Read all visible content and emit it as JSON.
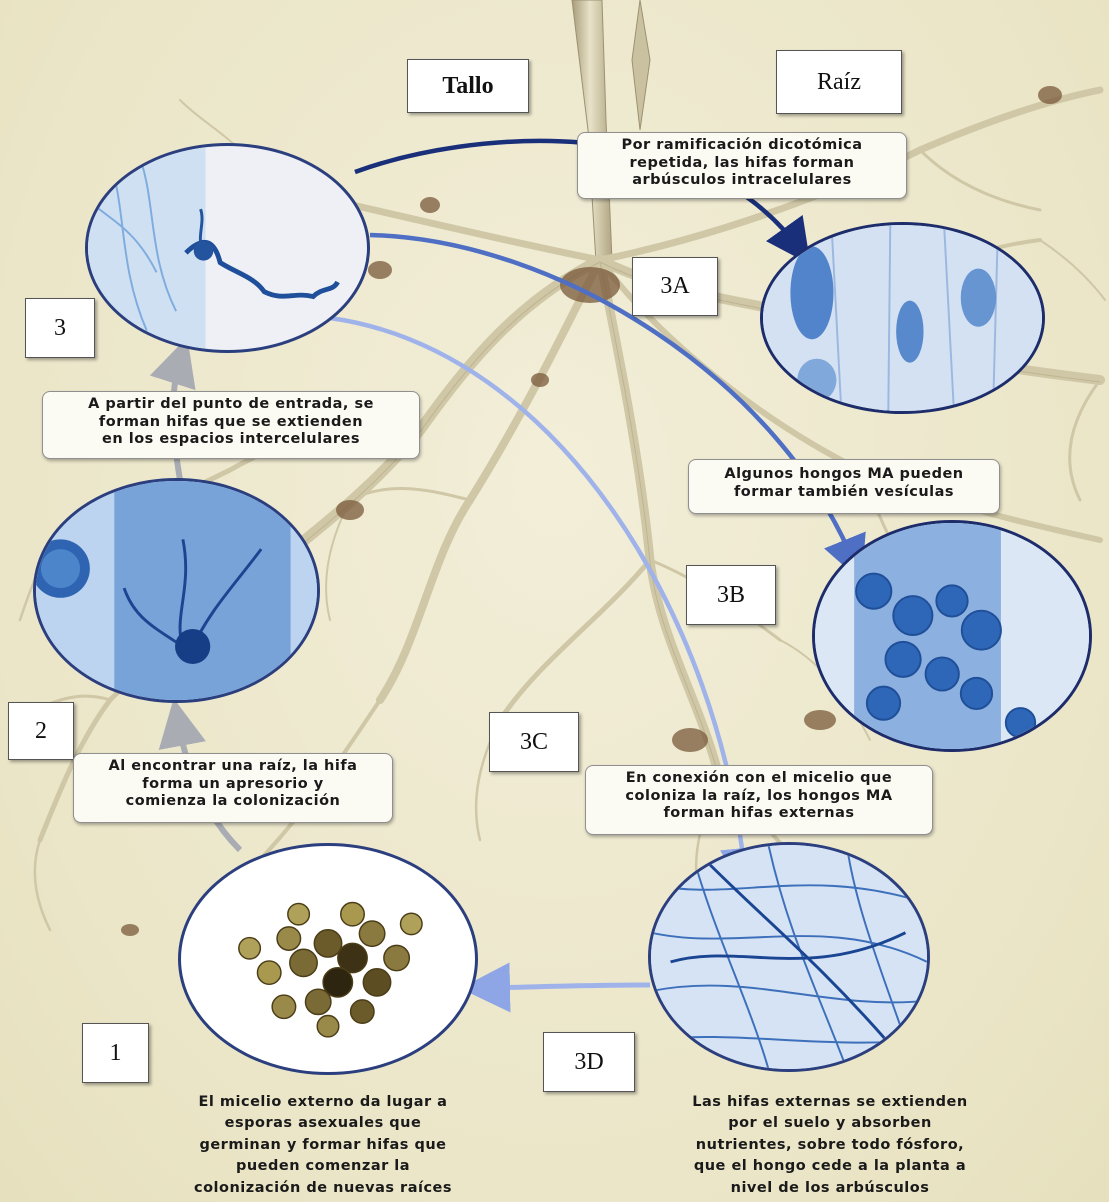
{
  "labels": {
    "tallo": "Tallo",
    "raiz": "Raíz",
    "s3": "3",
    "s3a": "3A",
    "s3b": "3B",
    "s3c": "3C",
    "s3d": "3D",
    "s2": "2",
    "s1": "1"
  },
  "callouts": {
    "arbusculos": [
      "Por ramificación dicotómica",
      "repetida, las hifas forman",
      "arbúsculos intracelulares"
    ],
    "entrada": [
      "A partir del punto de entrada, se",
      "forman hifas que se extienden",
      "en los espacios intercelulares"
    ],
    "vesiculas": [
      "Algunos hongos MA pueden",
      "formar también vesículas"
    ],
    "apresorio": [
      "Al encontrar una raíz, la hifa",
      "forma un apresorio y",
      "comienza la colonización"
    ],
    "externas": [
      "En conexión con el micelio que",
      "coloniza la raíz, los hongos MA",
      "forman hifas externas"
    ]
  },
  "bottom": {
    "left": [
      "El micelio externo da lugar a",
      "esporas asexuales que",
      "germinan y formar hifas que",
      "pueden comenzar la",
      "colonización de nuevas raíces"
    ],
    "right": [
      "Las hifas externas se extienden",
      "por el suelo y absorben",
      "nutrientes, sobre todo fósforo,",
      "que el hongo cede a la planta a",
      "nivel de los arbúsculos"
    ]
  },
  "colors": {
    "background": "#ece7ca",
    "root": "#d9d2b4",
    "root_shadow": "#b7ad8a",
    "arrow_dark": "#1a2f7a",
    "arrow_mid": "#4f6fc4",
    "arrow_light": "#9fb3ea",
    "arrow_grey": "#a9adb3",
    "stain_blue": "#2f6fbf",
    "spore": "#6b5a2a"
  }
}
